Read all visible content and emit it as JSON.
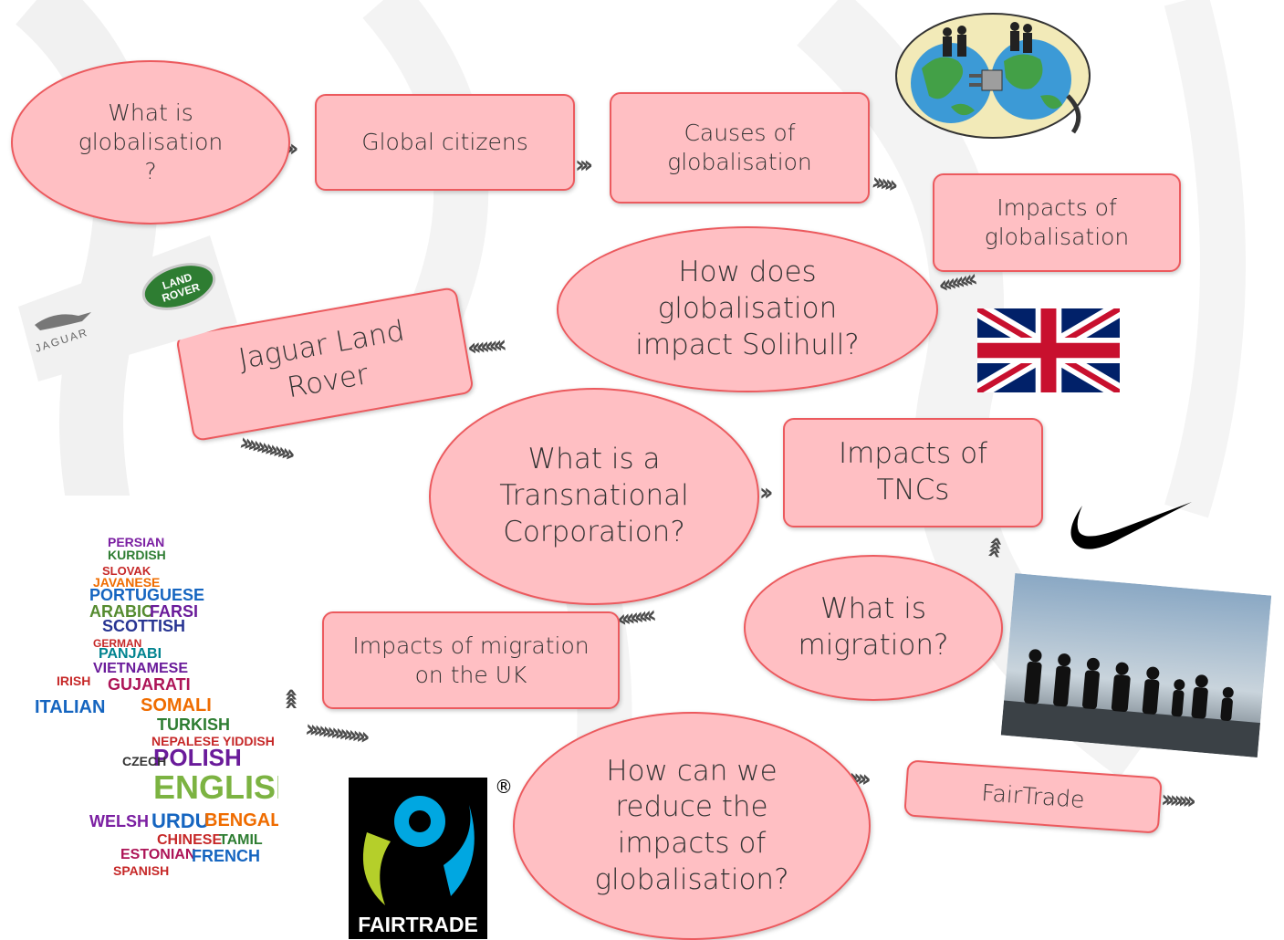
{
  "nodes": {
    "what_is_globalisation": "What is\nglobalisation\n?",
    "global_citizens": "Global citizens",
    "causes_of_globalisation": "Causes of\nglobalisation",
    "impacts_of_globalisation": "Impacts of\nglobalisation",
    "solihull": "How does\nglobalisation\nimpact Solihull?",
    "jaguar_land_rover": "Jaguar Land\nRover",
    "tnc": "What is a\nTransnational\nCorporation?",
    "impacts_of_tncs": "Impacts of\nTNCs",
    "what_is_migration": "What is\nmigration?",
    "impacts_of_migration": "Impacts of migration\non the UK",
    "reduce_impacts": "How can we\nreduce the\nimpacts of\nglobalisation?",
    "fairtrade": "FairTrade"
  },
  "logos": {
    "land_rover": "LAND-ROVER",
    "jaguar": "JAGUAR",
    "fairtrade": "FAIRTRADE",
    "registered": "®"
  },
  "colors": {
    "node_fill": "#ffbfc3",
    "node_border": "#ec5a5e",
    "arrow": "#4a4a4a"
  }
}
